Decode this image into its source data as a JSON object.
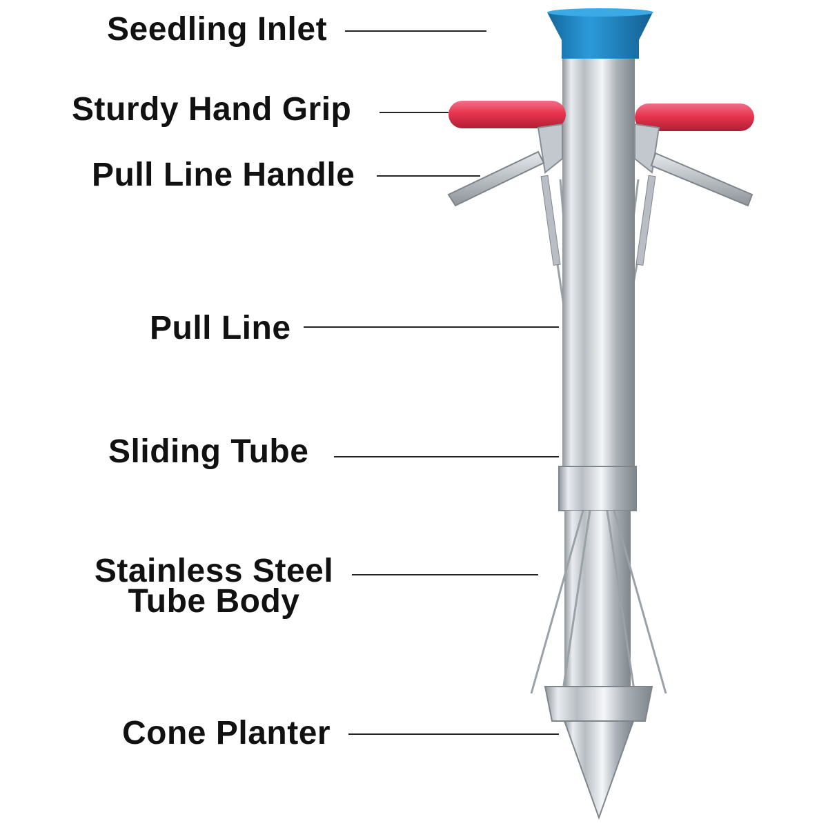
{
  "labels": {
    "seedling_inlet": "Seedling Inlet",
    "hand_grip": "Sturdy Hand Grip",
    "pull_line_handle": "Pull Line Handle",
    "pull_line": "Pull Line",
    "sliding_tube": "Sliding Tube",
    "tube_body_line1": "Stainless Steel",
    "tube_body_line2": "Tube Body",
    "cone_planter": "Cone Planter"
  },
  "colors": {
    "inlet_blue": "#1e86c8",
    "grip_red": "#e8344e",
    "steel": "#c9ced3",
    "leader_line": "#222222",
    "label_text": "#111111"
  }
}
